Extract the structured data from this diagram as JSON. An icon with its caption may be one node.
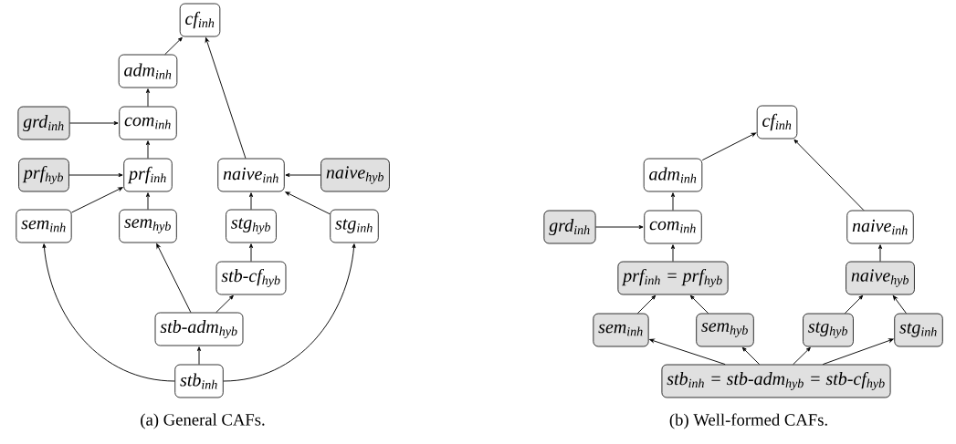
{
  "diagram": {
    "nodes": [
      {
        "text": [
          "cf$_{inh}$"
        ]
      },
      {
        "text": [
          "adm$_{inh}$"
        ]
      },
      {
        "text": [
          "grd$_{inh}$"
        ]
      },
      {
        "text": [
          "com$_{inh}$"
        ]
      },
      {
        "text": [
          "prf$_{hyb}$"
        ]
      },
      {
        "text": [
          "prf$_{inh}$"
        ]
      },
      {
        "text": [
          "naive$_{inh}$"
        ]
      },
      {
        "text": [
          "naive$_{hyb}$"
        ]
      },
      {
        "text": [
          "sem$_{inh}$"
        ]
      },
      {
        "text": [
          "sem$_{hyb}$"
        ]
      },
      {
        "text": [
          "stg$_{hyb}$"
        ]
      },
      {
        "text": [
          "stg$_{inh}$"
        ]
      },
      {
        "text": [
          "stb-cf$_{hyb}$"
        ]
      },
      {
        "text": [
          "stb-adm$_{hyb}$"
        ]
      },
      {
        "text": [
          "stb$_{inh}$"
        ]
      },
      {
        "text": [
          "cf$_{inh}$"
        ]
      },
      {
        "text": [
          "adm$_{inh}$"
        ]
      },
      {
        "text": [
          "grd$_{inh}$"
        ]
      },
      {
        "text": [
          "com$_{inh}$"
        ]
      },
      {
        "text": [
          "prf$_{inh}$ = prf$_{hyb}$"
        ]
      },
      {
        "text": [
          "naive$_{inh}$"
        ]
      },
      {
        "text": [
          "naive$_{hyb}$"
        ]
      },
      {
        "text": [
          "sem$_{inh}$"
        ]
      },
      {
        "text": [
          "sem$_{hyb}$"
        ]
      },
      {
        "text": [
          "stg$_{hyb}$"
        ]
      },
      {
        "text": [
          "stg$_{inh}$"
        ]
      },
      {
        "text": [
          "stb$_{inh}$ = stb-adm$_{hyb}$ = stb-cf$_{hyb}$"
        ]
      }
    ],
    "edges": [
      {
        "from": 1,
        "to": 0,
        "arrow": "to"
      },
      {
        "from": 3,
        "to": 1,
        "arrow": "to"
      },
      {
        "from": 2,
        "to": 3,
        "arrow": "to"
      },
      {
        "from": 5,
        "to": 3,
        "arrow": "to"
      },
      {
        "from": 4,
        "to": 5,
        "arrow": "to"
      },
      {
        "from": 8,
        "to": 5,
        "arrow": "to"
      },
      {
        "from": 9,
        "to": 5,
        "arrow": "to"
      },
      {
        "from": 6,
        "to": 0,
        "arrow": "to"
      },
      {
        "from": 7,
        "to": 6,
        "arrow": "to"
      },
      {
        "from": 10,
        "to": 6,
        "arrow": "to"
      },
      {
        "from": 11,
        "to": 6,
        "arrow": "to"
      },
      {
        "from": 12,
        "to": 10,
        "arrow": "to"
      },
      {
        "from": 13,
        "to": 9,
        "arrow": "to"
      },
      {
        "from": 13,
        "to": 12,
        "arrow": "to"
      },
      {
        "from": 14,
        "to": 13,
        "arrow": "to"
      },
      {
        "from": 14,
        "to": 8,
        "arrow": "to"
      },
      {
        "from": 14,
        "to": 11,
        "arrow": "to"
      },
      {
        "from": 16,
        "to": 15,
        "arrow": "to"
      },
      {
        "from": 18,
        "to": 16,
        "arrow": "to"
      },
      {
        "from": 17,
        "to": 18,
        "arrow": "to"
      },
      {
        "from": 19,
        "to": 18,
        "arrow": "to"
      },
      {
        "from": 22,
        "to": 19,
        "arrow": "to"
      },
      {
        "from": 23,
        "to": 19,
        "arrow": "to"
      },
      {
        "from": 20,
        "to": 15,
        "arrow": "to"
      },
      {
        "from": 21,
        "to": 20,
        "arrow": "to"
      },
      {
        "from": 24,
        "to": 21,
        "arrow": "to"
      },
      {
        "from": 25,
        "to": 21,
        "arrow": "to"
      },
      {
        "from": 26,
        "to": 22,
        "arrow": "to"
      },
      {
        "from": 26,
        "to": 23,
        "arrow": "to"
      },
      {
        "from": 26,
        "to": 24,
        "arrow": "to"
      },
      {
        "from": 26,
        "to": 25,
        "arrow": "to"
      }
    ],
    "labels": [
      "(a) General CAFs.",
      "(b) Well-formed CAFs."
    ]
  }
}
